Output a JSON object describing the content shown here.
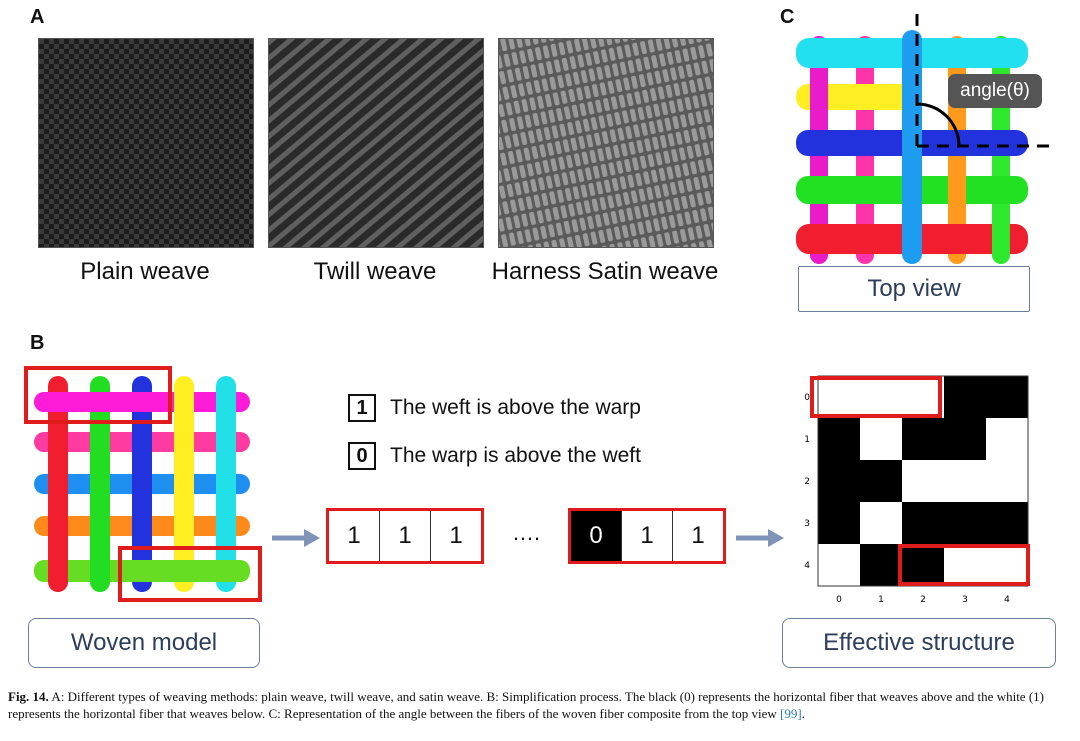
{
  "panels": {
    "a": "A",
    "b": "B",
    "c": "C"
  },
  "weaves": [
    {
      "label": "Plain weave",
      "pattern": "plain"
    },
    {
      "label": "Twill weave",
      "pattern": "twill"
    },
    {
      "label": "Harness Satin weave",
      "pattern": "satin"
    }
  ],
  "top_view": {
    "label": "Top view",
    "angle_label": "angle(θ)"
  },
  "legend": [
    {
      "key": "1",
      "text": "The weft is above the warp"
    },
    {
      "key": "0",
      "text": "The warp is above the weft"
    }
  ],
  "sequence_left": [
    "1",
    "1",
    "1"
  ],
  "ellipsis": "….",
  "sequence_right": [
    {
      "value": "0",
      "black": true
    },
    {
      "value": "1",
      "black": false
    },
    {
      "value": "1",
      "black": false
    }
  ],
  "woven_model_label": "Woven model",
  "effective_structure_label": "Effective structure",
  "matrix": {
    "rows": [
      [
        1,
        1,
        1,
        0,
        0
      ],
      [
        0,
        1,
        0,
        0,
        1
      ],
      [
        0,
        0,
        1,
        1,
        1
      ],
      [
        0,
        1,
        0,
        0,
        0
      ],
      [
        1,
        0,
        0,
        1,
        1
      ]
    ],
    "x_ticks": [
      "0",
      "1",
      "2",
      "3",
      "4"
    ],
    "y_ticks": [
      "0",
      "1",
      "2",
      "3",
      "4"
    ]
  },
  "caption": {
    "fig_label": "Fig. 14.",
    "text": "A: Different types of weaving methods: plain weave, twill weave, and satin weave. B: Simplification process. The black (0) represents the horizontal fiber that weaves above and the white (1) represents the horizontal fiber that weaves below. C: Representation of the angle between the fibers of the woven fiber composite from the top view",
    "ref": "[99]",
    "end": "."
  },
  "colors": {
    "highlight": "#e01b1b",
    "box_border": "#6c7f9a",
    "box_text": "#2c3e5c",
    "arrow": "#7f93b8",
    "ref_link": "#2b7bb9"
  }
}
